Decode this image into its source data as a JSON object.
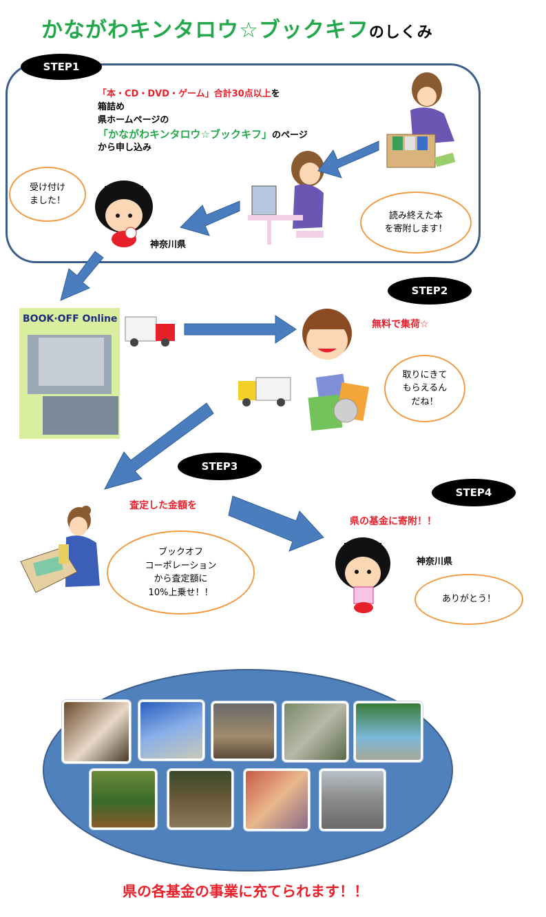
{
  "title": {
    "main": "かながわキンタロウ☆ブックキフ",
    "suffix": "のしくみ"
  },
  "step1": {
    "badge": "STEP1",
    "line1_red": "「本・CD・DVD・ゲーム」合計30点以上",
    "line1_tail": "を",
    "line2": "箱詰め",
    "line3": "県ホームページの",
    "line4_green": "「かながわキンタロウ☆ブックキフ」",
    "line4_tail": "のページ",
    "line5": "から申し込み",
    "bubble_left": "受け付け\nました！",
    "bubble_right": "読み終えた本\nを寄附します！",
    "kanagawa": "神奈川県"
  },
  "step2": {
    "badge": "STEP2",
    "logo": "BOOK·OFF Online",
    "free_pickup": "無料で集荷☆",
    "bubble": "取りにきて\nもらえるん\nだね！"
  },
  "step3": {
    "badge": "STEP3",
    "heading": "査定した金額を",
    "bubble": "ブックオフ\nコーポレーション\nから査定額に\n10%上乗せ！！"
  },
  "step4": {
    "badge": "STEP4",
    "heading": "県の基金に寄附！！",
    "kanagawa": "神奈川県",
    "bubble": "ありがとう！"
  },
  "footer": "県の各基金の事業に充てられます！！",
  "colors": {
    "accent_green": "#22a84a",
    "accent_red": "#e8202a",
    "panel_border": "#3b5d8c",
    "arrow": "#4a7dbd",
    "bubble_border": "#f29a43",
    "ellipse": "#4f81bd"
  },
  "photos": [
    "kitten",
    "school-building",
    "classroom",
    "aerial-town",
    "mascot-river",
    "tree-planting",
    "forest-work",
    "group-event",
    "stone-monument"
  ]
}
